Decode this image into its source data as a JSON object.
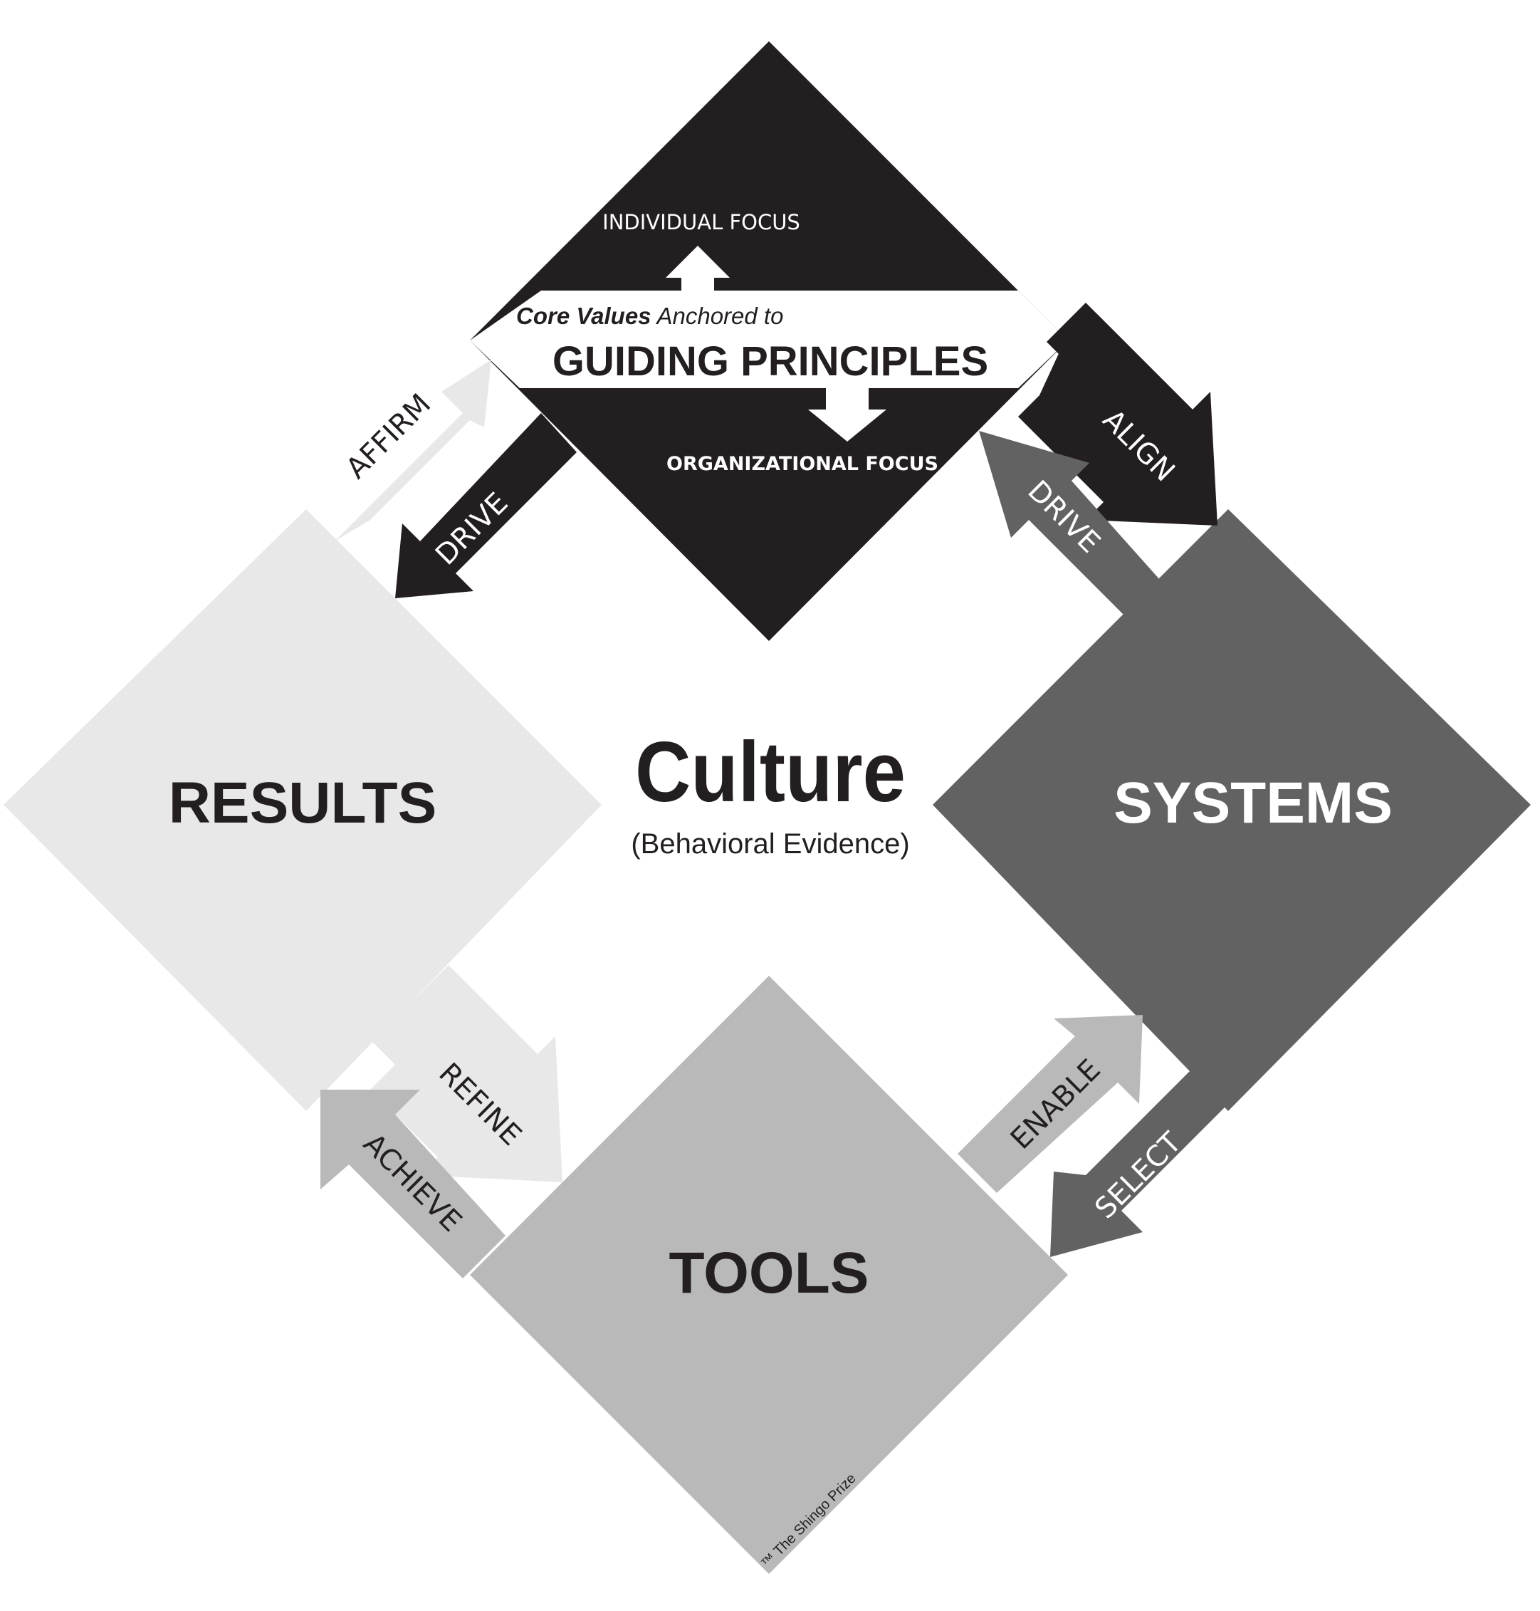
{
  "colors": {
    "background": "#ffffff",
    "guiding_principles": "#231f20",
    "systems": "#636263",
    "results": "#e8e8e8",
    "tools": "#b9b9b9",
    "dark_text": "#231f20",
    "light_text": "#ffffff"
  },
  "top": {
    "individual_focus": "INDIVIDUAL FOCUS",
    "core_values": "Core Values",
    "anchored_to": " Anchored to",
    "guiding_principles": "GUIDING PRINCIPLES",
    "organizational_focus": "ORGANIZATIONAL FOCUS"
  },
  "results": {
    "label": "RESULTS"
  },
  "systems": {
    "label": "SYSTEMS"
  },
  "tools": {
    "label": "TOOLS"
  },
  "center": {
    "title": "Culture",
    "subtitle": "(Behavioral Evidence)"
  },
  "arrows": {
    "affirm": "AFFIRM",
    "drive_left": "DRIVE",
    "align": "ALIGN",
    "drive_right": "DRIVE",
    "refine": "REFINE",
    "achieve": "ACHIEVE",
    "enable": "ENABLE",
    "select": "SELECT"
  },
  "footer": {
    "trademark": "™ The Shingo Prize"
  }
}
